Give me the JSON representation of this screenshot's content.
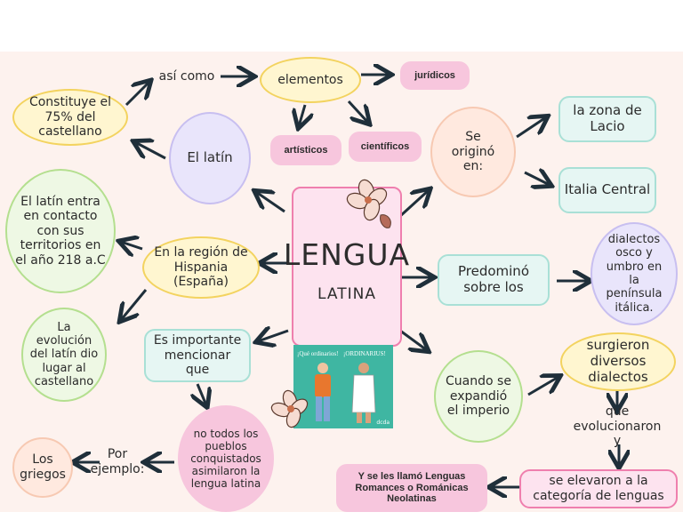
{
  "central": {
    "title": "LENGUA",
    "subtitle": "LATINA"
  },
  "comic": {
    "speech_left": "¡Qué ordinarios!",
    "speech_right": "¡ORDINARIUS!",
    "signature": "dcda"
  },
  "nodes": {
    "constituye": "Constituye el 75% del castellano",
    "asi_como": "así como",
    "elementos": "elementos",
    "juridicos": "jurídicos",
    "artisticos": "artísticos",
    "cientificos": "científicos",
    "el_latin": "El latín",
    "se_origino": "Se originó en:",
    "zona_lacio": "la zona de Lacio",
    "italia_central": "Italia Central",
    "contacto": "El latín entra en contacto con sus territorios en el año 218 a.C",
    "hispania": "En la región de Hispania (España)",
    "predomino": "Predominó sobre los",
    "dialectos_osco": "dialectos osco y umbro en la península itálica.",
    "evolucion": "La evolución del latín dio lugar al castellano",
    "importante": "Es importante mencionar que",
    "cuando_expandio": "Cuando se expandió el imperio",
    "surgieron": "surgieron diversos dialectos",
    "que_evolucionaron": "que evolucionaron y",
    "no_todos": "no todos los pueblos conquistados asimilaron la lengua latina",
    "por_ejemplo": "Por ejemplo:",
    "los_griegos": "Los griegos",
    "se_elevaron": "se elevaron a la categoría de lenguas",
    "lenguas_romances": "Y se les llamó Lenguas Romances o Románicas Neolatinas"
  },
  "colors": {
    "yellow_border": "#f3d35f",
    "green_border": "#b4df8f",
    "teal_border": "#a9e0d6",
    "purple_border": "#c8bff0",
    "pink_fill": "#f7c6dd",
    "central_border": "#ef7fae",
    "arrow": "#1f2f3a"
  }
}
